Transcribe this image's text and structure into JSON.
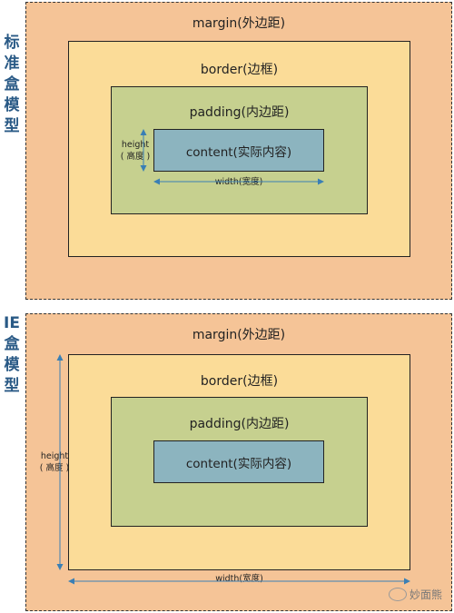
{
  "standard": {
    "title_chars": [
      "标",
      "准",
      "盒",
      "模",
      "型"
    ],
    "margin_label": "margin(外边距)",
    "border_label": "border(边框)",
    "padding_label": "padding(内边距)",
    "content_label": "content(实际内容)",
    "height_label": "height",
    "height_sub": "( 高度 )",
    "width_label": "width(宽度)"
  },
  "ie": {
    "title_chars": [
      "IE",
      "盒",
      "模",
      "型"
    ],
    "margin_label": "margin(外边距)",
    "border_label": "border(边框)",
    "padding_label": "padding(内边距)",
    "content_label": "content(实际内容)",
    "height_label": "height",
    "height_sub": "( 高度 )",
    "width_label": "width(宽度)"
  },
  "watermark": "妙面熊",
  "colors": {
    "margin": "#f5c497",
    "border": "#fbdc98",
    "padding": "#c6d08f",
    "content": "#8cb4bf",
    "title": "#2a5a86",
    "arrow": "#3a7fb5"
  }
}
